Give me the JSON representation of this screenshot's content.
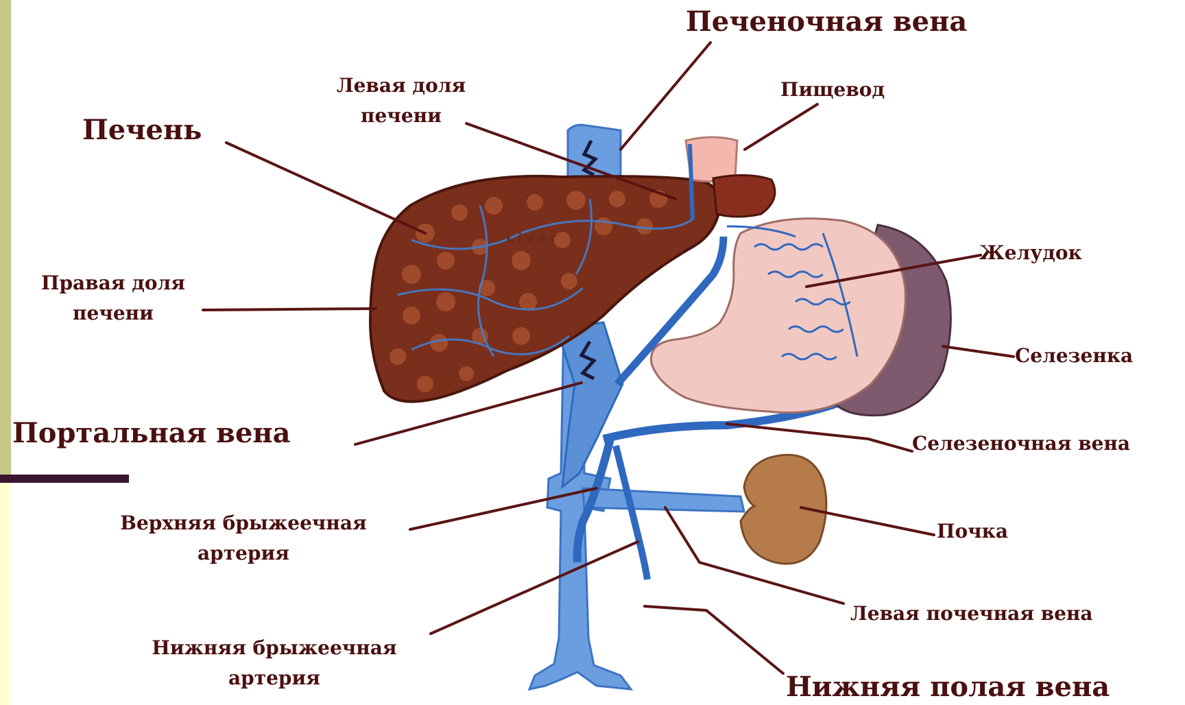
{
  "colors": {
    "sidebar": "#c8c88a",
    "sidebar_lower": "#ffffd2",
    "rule": "#3a1530",
    "label_text": "#4a1010",
    "leader": "#5a1414",
    "vein": "#5b8fd6",
    "vein_dark": "#2f69bf",
    "liver": "#7a2e1c",
    "stomach": "#f2c8c2",
    "spleen": "#7e5a6e",
    "kidney": "#b57b4a"
  },
  "labels": {
    "hepatic_vein": "Печеночная вена",
    "left_lobe_line1": "Левая доля",
    "left_lobe_line2": "печени",
    "liver": "Печень",
    "esophagus": "Пищевод",
    "right_lobe_line1": "Правая доля",
    "right_lobe_line2": "печени",
    "stomach": "Желудок",
    "spleen": "Селезенка",
    "portal_vein": "Портальная вена",
    "splenic_vein": "Селезеночная вена",
    "superior_mesenteric_line1": "Верхняя брыжеечная",
    "superior_mesenteric_line2": "артерия",
    "kidney": "Почка",
    "left_renal_vein": "Левая почечная вена",
    "inferior_mesenteric_line1": "Нижняя брыжеечная",
    "inferior_mesenteric_line2": "артерия",
    "inferior_vena_cava": "Нижняя полая вена"
  },
  "figure_text": {
    "liver_word": "Liver"
  }
}
